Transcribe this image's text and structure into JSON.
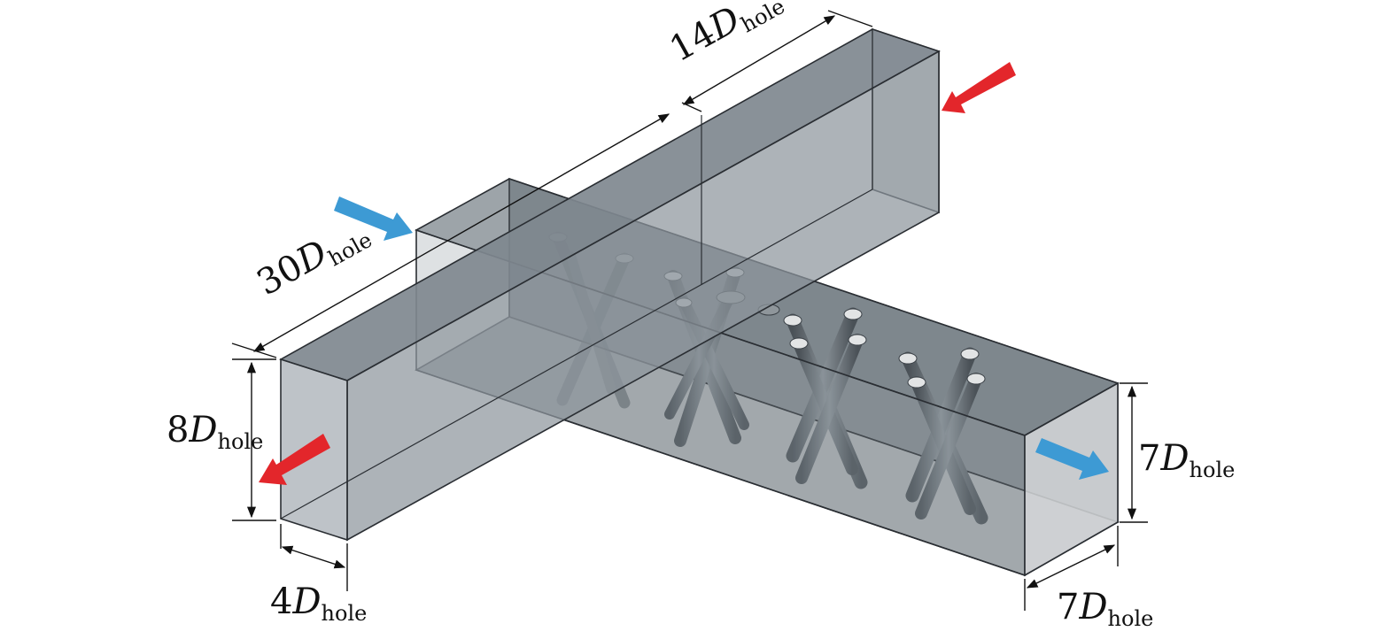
{
  "colors": {
    "hot_arrow": "#e3262b",
    "cold_arrow": "#3d9ad4",
    "duct_fill": "#7a848c",
    "duct_edge": "#2a2e33",
    "tube": "#5c646b"
  },
  "labels": {
    "len_14": {
      "num": "14",
      "var": "D",
      "sub": "hole"
    },
    "len_30": {
      "num": "30",
      "var": "D",
      "sub": "hole"
    },
    "h_8": {
      "num": "8",
      "var": "D",
      "sub": "hole"
    },
    "w_4": {
      "num": "4",
      "var": "D",
      "sub": "hole"
    },
    "h_7": {
      "num": "7",
      "var": "D",
      "sub": "hole"
    },
    "w_7": {
      "num": "7",
      "var": "D",
      "sub": "hole"
    }
  },
  "arrows": {
    "hot_inlet": "red-arrow",
    "hot_outlet": "red-arrow",
    "cold_inlet": "blue-arrow",
    "cold_outlet": "blue-arrow"
  }
}
